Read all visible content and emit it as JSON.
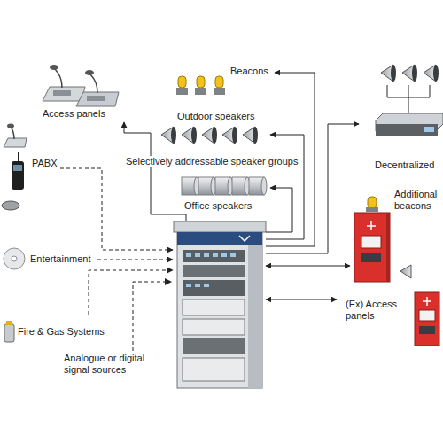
{
  "diagram": {
    "nodes": [
      {
        "text": [
          "Access panels"
        ]
      },
      {
        "text": [
          "Beacons"
        ]
      },
      {
        "text": [
          "Outdoor speakers"
        ]
      },
      {
        "text": [
          "Office speakers"
        ]
      },
      {
        "text": [
          "PABX"
        ]
      },
      {
        "text": [
          "Entertainment"
        ]
      },
      {
        "text": [
          "Fire & Gas Systems"
        ]
      },
      {
        "text": []
      },
      {
        "text": [
          "Decentralized"
        ]
      },
      {
        "text": [
          "Additional beacons"
        ]
      },
      {
        "text": [
          "(Ex) Access panels"
        ]
      }
    ],
    "edges": [
      {
        "from": 7,
        "to": 0,
        "arrow": "to"
      },
      {
        "from": 7,
        "to": 1,
        "arrow": "to"
      },
      {
        "from": 7,
        "to": 2,
        "arrow": "to"
      },
      {
        "from": 7,
        "to": 3,
        "arrow": "to"
      },
      {
        "from": 7,
        "to": 8,
        "arrow": "to"
      },
      {
        "from": 7,
        "to": 9,
        "arrow": "both"
      },
      {
        "from": 7,
        "to": 10,
        "arrow": "both"
      },
      {
        "from": 4,
        "to": 7,
        "arrow": "to"
      },
      {
        "from": 5,
        "to": 7,
        "arrow": "to"
      },
      {
        "from": 6,
        "to": 7,
        "arrow": "to"
      }
    ],
    "labels": [
      "Selectively addressable speaker groups",
      "Analogue or digital signal sources"
    ]
  }
}
